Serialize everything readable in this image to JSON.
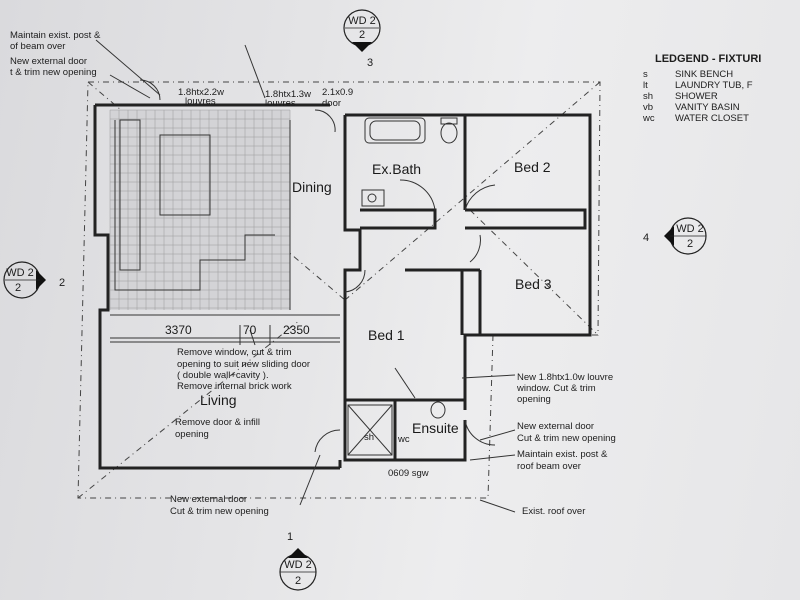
{
  "notes": {
    "top_left_1": "Maintain exist. post &",
    "top_left_2": "of beam over",
    "top_left_3": "New external door",
    "top_left_4": "t & trim new opening",
    "louvre1_a": "1.8htx2.2w",
    "louvre1_b": "louvres",
    "louvre2_a": "1.8htx1.3w",
    "louvre2_b": "louvres",
    "door_a": "2.1x0.9",
    "door_b": "door",
    "mid_1": "Remove window, cut & trim",
    "mid_2": "opening to suit new sliding door",
    "mid_3": "( double wall+cavity ).",
    "mid_4": "Remove internal brick work",
    "mid_5": "Remove door & infill",
    "mid_6": "opening",
    "bot_1": "New external door",
    "bot_2": "Cut & trim new opening",
    "right_1": "New 1.8htx1.0w louvre",
    "right_2": "window. Cut & trim",
    "right_3": "opening",
    "right_4": "New external door",
    "right_5": "Cut & trim new opening",
    "right_6": "Maintain exist. post &",
    "right_7": "roof beam over",
    "roof": "Exist. roof over",
    "sgw": "0609 sgw"
  },
  "rooms": {
    "dining": "Dining",
    "exbath": "Ex.Bath",
    "bed2": "Bed 2",
    "bed3": "Bed 3",
    "bed1": "Bed 1",
    "living": "Living",
    "ensuite": "Ensuite",
    "sh": "sh",
    "wc": "wc"
  },
  "dimensions": {
    "d1": "3370",
    "d2": "70",
    "d3": "2350"
  },
  "legend": {
    "title": "LEDGEND - FIXTURI",
    "items": [
      {
        "code": "s",
        "desc": "SINK BENCH"
      },
      {
        "code": "lt",
        "desc": "LAUNDRY TUB, F"
      },
      {
        "code": "sh",
        "desc": "SHOWER"
      },
      {
        "code": "vb",
        "desc": "VANITY BASIN"
      },
      {
        "code": "wc",
        "desc": "WATER CLOSET"
      }
    ]
  },
  "markers": {
    "top": {
      "ref": "WD 2",
      "sheet": "2",
      "num": "3"
    },
    "left": {
      "ref": "WD 2",
      "sheet": "2",
      "num": "2"
    },
    "right": {
      "ref": "WD 2",
      "sheet": "2",
      "num": "4"
    },
    "bottom": {
      "ref": "WD 2",
      "sheet": "2",
      "num": "1"
    }
  }
}
